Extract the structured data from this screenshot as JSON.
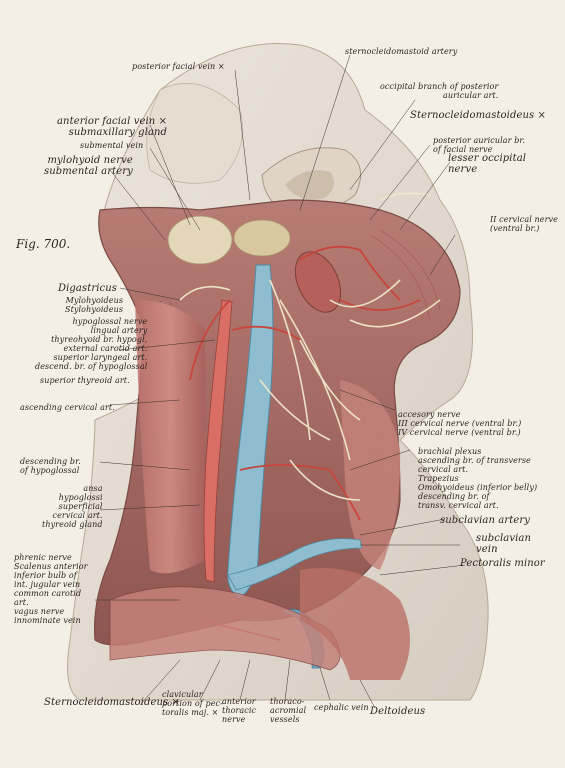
{
  "figure": "Fig. 700.",
  "labels": [
    {
      "key": "posterior_facial_vein",
      "text": "posterior facial vein ×"
    },
    {
      "key": "sternocleidomastoid_artery",
      "text": "sternocleidomastoid artery"
    },
    {
      "key": "occipital_branch",
      "text": "occipital branch of posterior\nauricular art."
    },
    {
      "key": "sternocleidomastoideus_top",
      "text": "Sternocleidomastoideus ×"
    },
    {
      "key": "anterior_facial_vein",
      "text": "anterior facial vein ×\nsubmaxillary gland"
    },
    {
      "key": "submental_vein",
      "text": "submental vein"
    },
    {
      "key": "mylohyoid_nerve",
      "text": "mylohyoid nerve\nsubmental artery"
    },
    {
      "key": "posterior_auricular_br",
      "text": "posterior auricular br.\nof facial nerve"
    },
    {
      "key": "lesser_occipital_nerve",
      "text": "lesser occipital\nnerve"
    },
    {
      "key": "ii_cervical_nerve",
      "text": "II cervical nerve\n(ventral br.)"
    },
    {
      "key": "digastricus",
      "text": "Digastricus"
    },
    {
      "key": "mylohyoideus",
      "text": "Mylohyoideus\nStylohyoideus"
    },
    {
      "key": "hypoglossal_group",
      "text": "hypoglossal nerve\nlingual artery\nthyreohyoid br. hypogl.\nexternal carotid art.\nsuperior laryngeal art.\ndescend. br. of hypoglossal"
    },
    {
      "key": "superior_thyreoid_art",
      "text": "superior thyreoid art."
    },
    {
      "key": "ascending_cervical_art",
      "text": "ascending cervical art."
    },
    {
      "key": "accessory_nerve",
      "text": "accesory nerve\nIII cervical nerve (ventral br.)\nIV cervical nerve (ventral br.)"
    },
    {
      "key": "descending_br_hypoglossal",
      "text": "descending br.\nof hypoglossal"
    },
    {
      "key": "brachial_plexus",
      "text": "brachial plexus\nascending br. of transverse\ncervical art.\nTrapezius\nOmohyoideus (inferior belly)\ndescending br. of\ntransv. cervical art."
    },
    {
      "key": "ansa_group",
      "text": "ansa\nhypoglossi\nsuperficial\ncervical art.\nthyreoid gland"
    },
    {
      "key": "subclavian_artery",
      "text": "subclavian artery"
    },
    {
      "key": "subclavian_vein",
      "text": "subclavian\nvein"
    },
    {
      "key": "pectoralis_minor",
      "text": "Pectoralis minor"
    },
    {
      "key": "phrenic_group",
      "text": "phrenic nerve\nScalenus anterior\ninferior bulb of\nint. jugular vein\ncommon carotid\nart.\nvagus nerve\ninnominate vein"
    },
    {
      "key": "sternocleidomastoideus_bottom",
      "text": "Sternocleidomastoideus ×"
    },
    {
      "key": "clavicular_portion",
      "text": "clavicular\nportion of pec-\ntoralis maj. ×"
    },
    {
      "key": "anterior_thoracic_nerve",
      "text": "anterior\nthoracic\nnerve"
    },
    {
      "key": "thoraco_acromial_vessels",
      "text": "thoraco-\nacromial\nvessels"
    },
    {
      "key": "cephalic_vein",
      "text": "cephalic vein"
    },
    {
      "key": "deltoideus",
      "text": "Deltoideus"
    }
  ]
}
